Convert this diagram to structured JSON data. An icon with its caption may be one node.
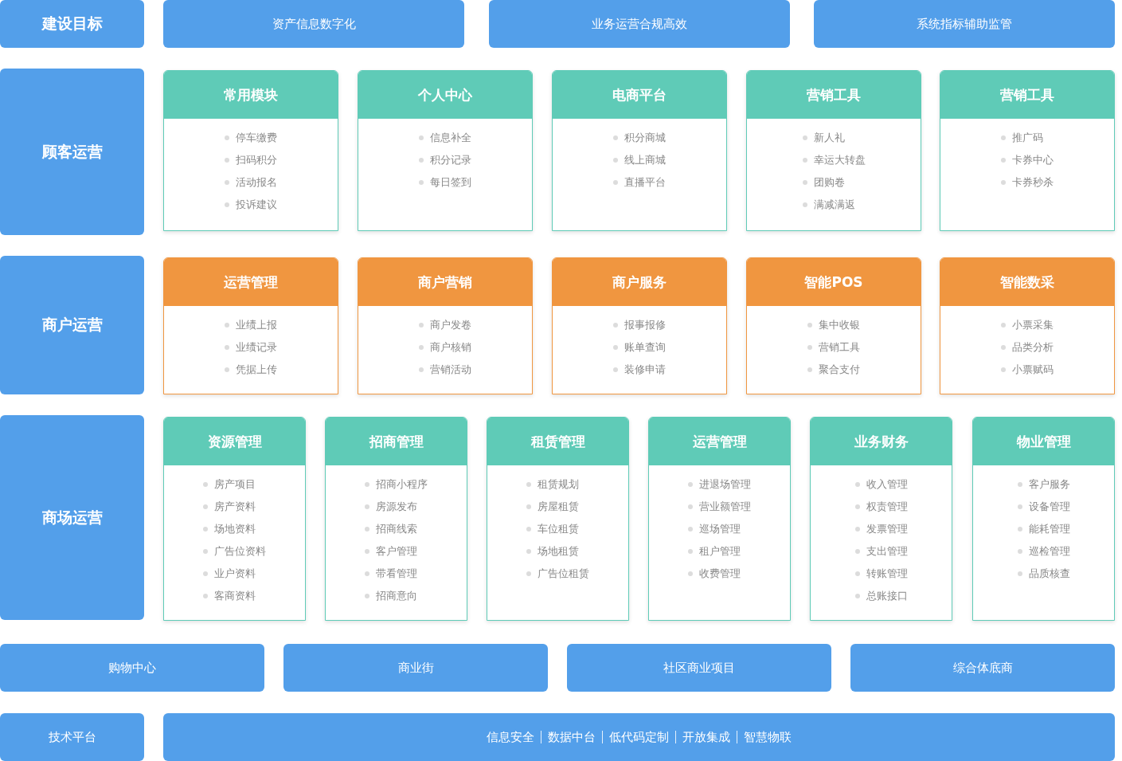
{
  "diagram": {
    "nodes": [
      {
        "text": [
          "建设目标"
        ]
      },
      {
        "text": [
          "资产信息数字化"
        ]
      },
      {
        "text": [
          "业务运营合规高效"
        ]
      },
      {
        "text": [
          "系统指标辅助监管"
        ]
      },
      {
        "text": [
          "顾客运营"
        ]
      },
      {
        "text": [
          "常用模块",
          "停车缴费",
          "扫码积分",
          "活动报名",
          "投诉建议"
        ]
      },
      {
        "text": [
          "个人中心",
          "信息补全",
          "积分记录",
          "每日签到"
        ]
      },
      {
        "text": [
          "电商平台",
          "积分商城",
          "线上商城",
          "直播平台"
        ]
      },
      {
        "text": [
          "营销工具",
          "新人礼",
          "幸运大转盘",
          "团购卷",
          "满减满返"
        ]
      },
      {
        "text": [
          "营销工具",
          "推广码",
          "卡券中心",
          "卡券秒杀"
        ]
      },
      {
        "text": [
          "商户运营"
        ]
      },
      {
        "text": [
          "运营管理",
          "业绩上报",
          "业绩记录",
          "凭据上传"
        ]
      },
      {
        "text": [
          "商户营销",
          "商户发卷",
          "商户核销",
          "营销活动"
        ]
      },
      {
        "text": [
          "商户服务",
          "报事报修",
          "账单查询",
          "装修申请"
        ]
      },
      {
        "text": [
          "智能POS",
          "集中收银",
          "营销工具",
          "聚合支付"
        ]
      },
      {
        "text": [
          "智能数采",
          "小票采集",
          "品类分析",
          "小票赋码"
        ]
      },
      {
        "text": [
          "商场运营"
        ]
      },
      {
        "text": [
          "资源管理",
          "房产项目",
          "房产资料",
          "场地资料",
          "广告位资料",
          "业户资料",
          "客商资料"
        ]
      },
      {
        "text": [
          "招商管理",
          "招商小程序",
          "房源发布",
          "招商线索",
          "客户管理",
          "带看管理",
          "招商意向"
        ]
      },
      {
        "text": [
          "租赁管理",
          "租赁规划",
          "房屋租赁",
          "车位租赁",
          "场地租赁",
          "广告位租赁"
        ]
      },
      {
        "text": [
          "运营管理",
          "进退场管理",
          "营业额管理",
          "巡场管理",
          "租户管理",
          "收费管理"
        ]
      },
      {
        "text": [
          "业务财务",
          "收入管理",
          "权责管理",
          "发票管理",
          "支出管理",
          "转账管理",
          "总账接口"
        ]
      },
      {
        "text": [
          "物业管理",
          "客户服务",
          "设备管理",
          "能耗管理",
          "巡检管理",
          "品质核查"
        ]
      },
      {
        "text": [
          "购物中心"
        ]
      },
      {
        "text": [
          "商业街"
        ]
      },
      {
        "text": [
          "社区商业项目"
        ]
      },
      {
        "text": [
          "综合体底商"
        ]
      },
      {
        "text": [
          "技术平台"
        ]
      },
      {
        "text": [
          "信息安全",
          "数据中台",
          "低代码定制",
          "开放集成",
          "智慧物联"
        ]
      }
    ]
  }
}
